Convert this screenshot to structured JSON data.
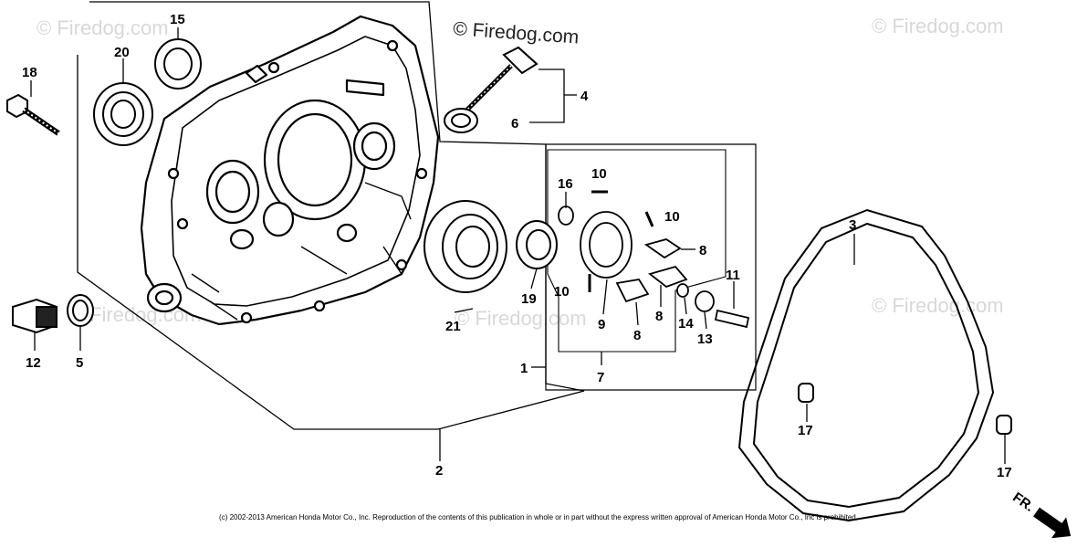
{
  "watermarks": {
    "brand": "© Firedog.com",
    "brand_partial": "Firedog.com"
  },
  "callouts": {
    "c1": "1",
    "c2": "2",
    "c3": "3",
    "c4": "4",
    "c5": "5",
    "c6": "6",
    "c7": "7",
    "c8a": "8",
    "c8b": "8",
    "c8c": "8",
    "c9": "9",
    "c10a": "10",
    "c10b": "10",
    "c10c": "10",
    "c11": "11",
    "c12": "12",
    "c13": "13",
    "c14": "14",
    "c15": "15",
    "c16": "16",
    "c17a": "17",
    "c17b": "17",
    "c18": "18",
    "c19": "19",
    "c20": "20",
    "c21": "21"
  },
  "front_marker": "FR.",
  "copyright": "(c) 2002-2013 American Honda Motor Co., Inc. Reproduction of the contents of this publication in whole or in part without the express written approval of American Honda Motor Co., Inc is prohibited."
}
